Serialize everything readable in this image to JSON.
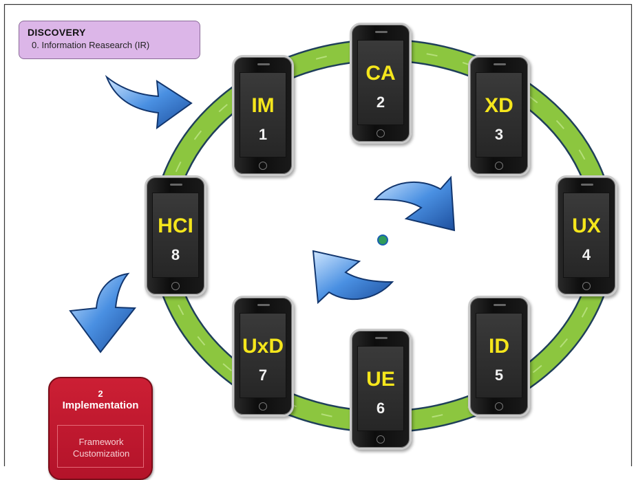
{
  "discovery": {
    "title": "DISCOVERY",
    "subtitle": "0. Information Reasearch (IR)"
  },
  "phones": [
    {
      "abbr": "IM",
      "num": "1"
    },
    {
      "abbr": "CA",
      "num": "2"
    },
    {
      "abbr": "XD",
      "num": "3"
    },
    {
      "abbr": "UX",
      "num": "4"
    },
    {
      "abbr": "ID",
      "num": "5"
    },
    {
      "abbr": "UE",
      "num": "6"
    },
    {
      "abbr": "UxD",
      "num": "7"
    },
    {
      "abbr": "HCI",
      "num": "8"
    }
  ],
  "implementation": {
    "number": "2",
    "title": "Implementation",
    "detail_line1": "Framework",
    "detail_line2": "Customization"
  },
  "colors": {
    "ring_green": "#8cc63f",
    "ring_border": "#2a4f6b",
    "arrow_blue": "#2f79d1",
    "label_yellow": "#f5e61c",
    "discovery_purple": "#dcb6e8",
    "implementation_red": "#c41a30",
    "center_dot": "#2f9c5a"
  }
}
